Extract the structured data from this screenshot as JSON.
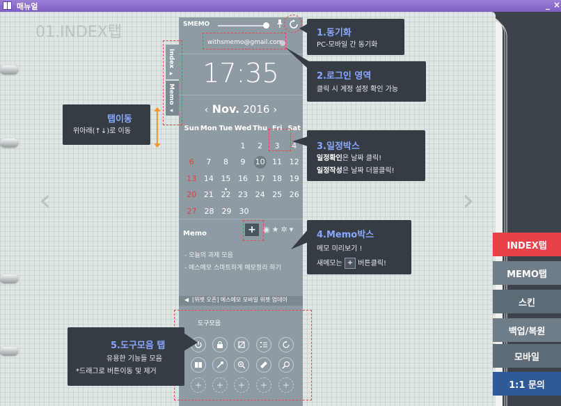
{
  "window": {
    "title": "매뉴얼",
    "min": "_",
    "close": "×"
  },
  "page": {
    "title": "01.INDEX탭"
  },
  "widget": {
    "app_name": "SMEMO",
    "email": "withsmemo@gmail.com",
    "time": "17:35",
    "month": "Nov.",
    "year": "2016",
    "prev": "‹",
    "next": "›",
    "weekdays": [
      "Sun",
      "Mon",
      "Tue",
      "Wed",
      "Thu",
      "Fri",
      "Sat"
    ],
    "weeks": [
      [
        "",
        "",
        "",
        "2",
        "3",
        "4",
        ""
      ],
      [
        "6",
        "7",
        "8",
        "9",
        "10",
        "11",
        "12"
      ],
      [
        "13",
        "14",
        "15",
        "16",
        "17",
        "18",
        "19"
      ],
      [
        "20",
        "21",
        "22",
        "23",
        "24",
        "25",
        "26"
      ],
      [
        "27",
        "28",
        "29",
        "30",
        "",
        "",
        ""
      ]
    ],
    "week1_first": "1",
    "side_index": "Index ▸",
    "side_memo": "Memo ◂",
    "memo_title": "Memo",
    "memo_add": "+",
    "memo_items": [
      "- 오늘의 과제 모음",
      "- 에스메모 스마트하게 메모정리 하기"
    ],
    "ticker": "[위젯 오픈] 에스메모 모바일 위젯 업데이",
    "tools_title": "도구모음"
  },
  "callouts": {
    "sync": {
      "title": "1.동기화",
      "body": "PC-모바일 간 동기화"
    },
    "login": {
      "title": "2.로그인 영역",
      "body": "클릭 시 계정 설정 확인 가능"
    },
    "tabmove": {
      "title": "탭이동",
      "body": "위아래(↑↓)로 이동"
    },
    "schedule": {
      "title": "3.일정박스",
      "line1_bold": "일정확인",
      "line1_rest": "은 날짜 클릭!",
      "line2_bold": "일정작성",
      "line2_rest": "은 날짜 더블클릭!"
    },
    "memo": {
      "title": "4.Memo박스",
      "line1": "메모 미리보기 !",
      "line2_pre": "새메모는",
      "line2_btn": "+",
      "line2_post": "버튼클릭!"
    },
    "tools": {
      "title": "5.도구모음 탭",
      "line1": "유용한 기능들 모음",
      "line2": "*드래그로 버튼이동 및 제거"
    }
  },
  "right_tabs": [
    {
      "label": "INDEX탭",
      "color": "#e8414a"
    },
    {
      "label": "MEMO탭",
      "color": "#6f7d88"
    },
    {
      "label": "스킨",
      "color": "#5d6b77"
    },
    {
      "label": "백업/복원",
      "color": "#6f7d88"
    },
    {
      "label": "모바일",
      "color": "#5d6b77"
    },
    {
      "label": "1:1 문의",
      "color": "#2f5a9a"
    }
  ]
}
